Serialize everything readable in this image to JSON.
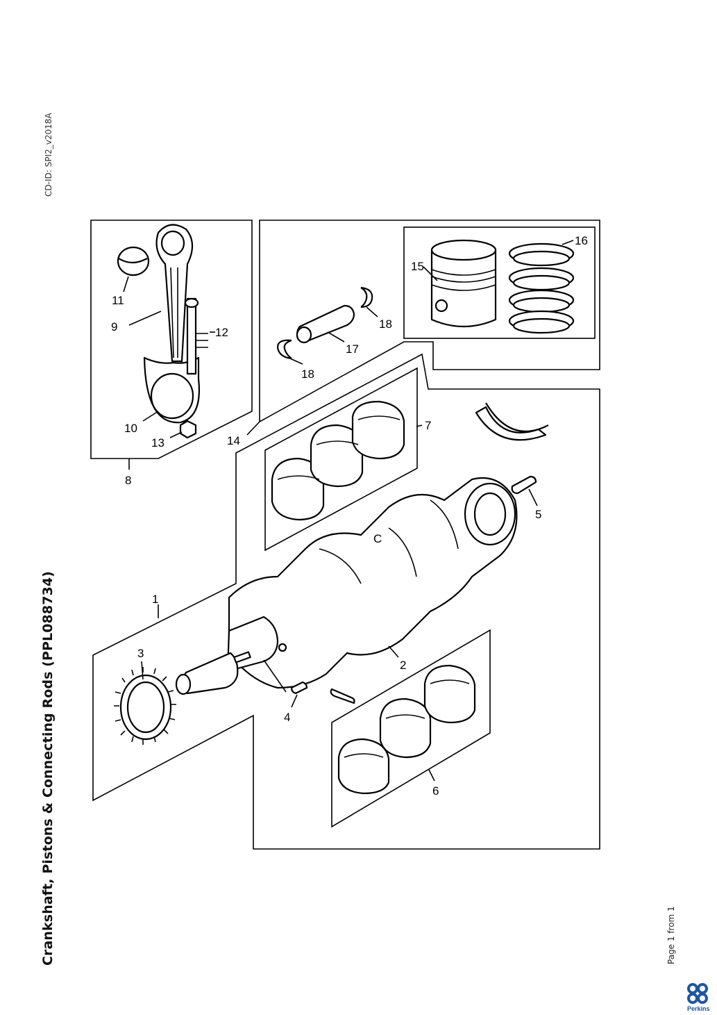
{
  "header": {
    "cd_id": "CD-ID: SPI2_v2018A",
    "title": "Crankshaft, Pistons & Connecting Rods (PPL088734)",
    "page": "Page 1 from 1"
  },
  "brand": {
    "name": "Perkins",
    "color": "#1e56a0"
  },
  "callouts": [
    {
      "n": "1"
    },
    {
      "n": "2"
    },
    {
      "n": "3"
    },
    {
      "n": "4"
    },
    {
      "n": "5"
    },
    {
      "n": "6"
    },
    {
      "n": "7"
    },
    {
      "n": "8"
    },
    {
      "n": "9"
    },
    {
      "n": "10"
    },
    {
      "n": "11"
    },
    {
      "n": "12"
    },
    {
      "n": "13"
    },
    {
      "n": "14"
    },
    {
      "n": "15"
    },
    {
      "n": "16"
    },
    {
      "n": "17"
    },
    {
      "n": "18"
    },
    {
      "n": "18"
    }
  ],
  "crank_letter": "C"
}
